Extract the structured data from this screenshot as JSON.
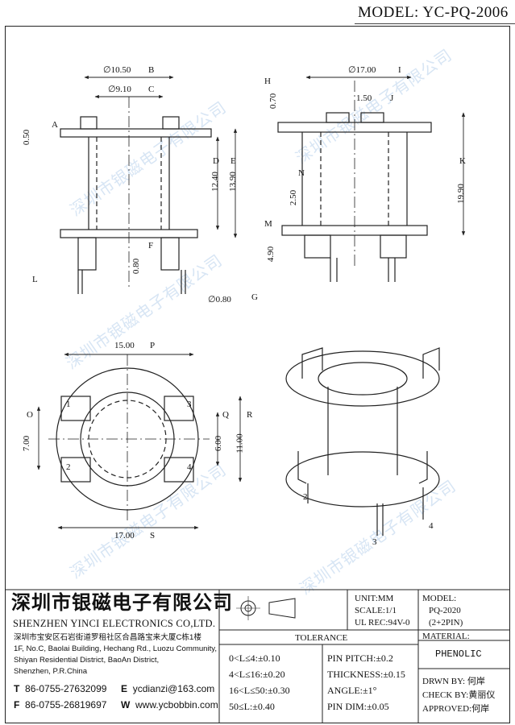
{
  "header": {
    "model": "MODEL: YC-PQ-2006"
  },
  "watermark": "深圳市银磁电子有限公司",
  "dims": {
    "d10_50": "∅10.50",
    "d9_10": "∅9.10",
    "v0_50": "0.50",
    "v12_40": "12.40",
    "v13_90": "13.90",
    "v0_80": "0.80",
    "d0_80": "∅0.80",
    "d17_00": "∅17.00",
    "v0_70": "0.70",
    "v1_50": "1.50",
    "v2_50": "2.50",
    "v19_90": "19.90",
    "v4_90": "4.90",
    "h15_00": "15.00",
    "v7_00": "7.00",
    "v6_00": "6.00",
    "v11_00": "11.00",
    "h17_00": "17.00"
  },
  "callouts": [
    "A",
    "B",
    "C",
    "D",
    "E",
    "F",
    "G",
    "H",
    "I",
    "J",
    "K",
    "L",
    "M",
    "N",
    "O",
    "P",
    "Q",
    "R",
    "S"
  ],
  "pins_top": [
    "1",
    "2",
    "3",
    "4"
  ],
  "pins_iso": [
    "2",
    "3",
    "4"
  ],
  "title_block": {
    "company_cn": "深圳市银磁电子有限公司",
    "company_en": "SHENZHEN YINCI ELECTRONICS CO,LTD.",
    "address_lines": [
      "深圳市宝安区石岩街道罗租社区合昌路宝来大厦C栋1楼",
      "1F, No.C, Baolai Building, Hechang Rd., Luozu Community,",
      "Shiyan Residential District, BaoAn District,",
      "Shenzhen, P.R.China"
    ],
    "tel_label": "T",
    "tel": "86-0755-27632099",
    "fax_label": "F",
    "fax": "86-0755-26819697",
    "email_label": "E",
    "email": "ycdianzi@163.com",
    "web_label": "W",
    "web": "www.ycbobbin.com",
    "unit": "UNIT:MM",
    "scale": "SCALE:1/1",
    "ul_rec": "UL REC:94V-0",
    "model_label": "MODEL:",
    "model_value": "PQ-2020",
    "model_pins": "(2+2PIN)",
    "material_label": "MATERIAL:",
    "material": "PHENOLIC",
    "tolerance_label": "TOLERANCE",
    "tolerances": [
      "0<L≤4:±0.10",
      "4<L≤16:±0.20",
      "16<L≤50:±0.30",
      "50≤L:±0.40"
    ],
    "pin_tolerances": [
      "PIN PITCH:±0.2",
      "THICKNESS:±0.15",
      "ANGLE:±1°",
      "PIN DIM:±0.05"
    ],
    "drawn_by": "DRWN BY: 何岸",
    "check_by": "CHECK BY:黄丽仪",
    "approved": "APPROVED:何岸"
  }
}
